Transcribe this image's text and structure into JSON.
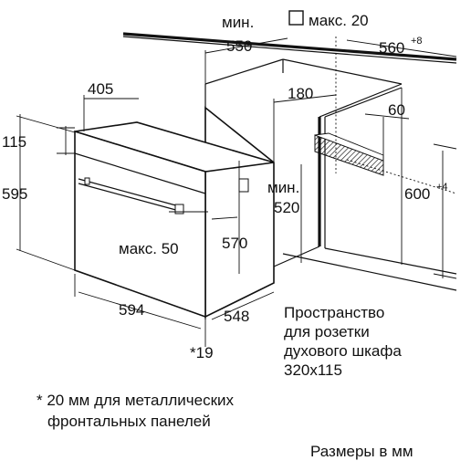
{
  "labels": {
    "min": "мин.",
    "max20": "макс. 20",
    "d550": "550",
    "d560": "560",
    "d560_sup": "+8",
    "d405": "405",
    "d180": "180",
    "d60": "60",
    "d115": "115",
    "d595": "595",
    "d600": "600",
    "d600_sup": "+4",
    "d570": "570",
    "min_520_a": "мин.",
    "min_520_b": "520",
    "max50": "макс. 50",
    "d594": "594",
    "d548": "548",
    "star19": "*19",
    "socket_line1": "Пространство",
    "socket_line2": "для розетки",
    "socket_line3": "духового шкафа",
    "socket_line4": "320x115",
    "footnote_line1": "* 20 мм для металлических",
    "footnote_line2": "фронтальных панелей",
    "units": "Размеры в мм"
  },
  "colors": {
    "ink": "#111111",
    "background": "#ffffff"
  },
  "icons": {
    "square_symbol": "square-icon"
  }
}
